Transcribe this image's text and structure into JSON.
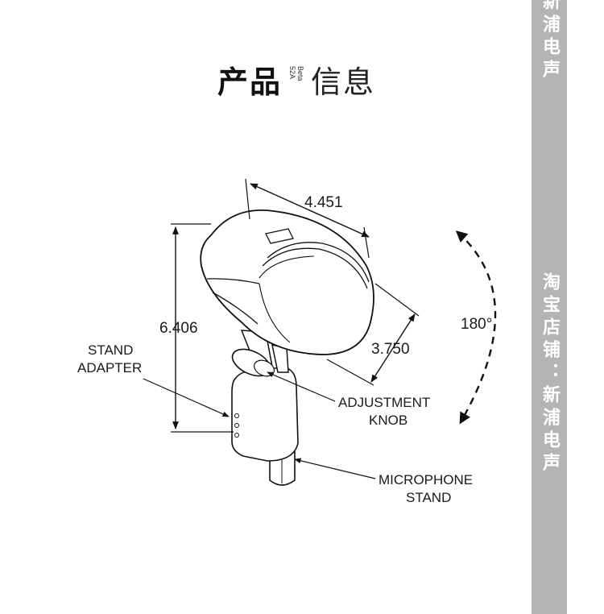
{
  "header": {
    "title_bold": "产品",
    "title_sub_line1": "Beta",
    "title_sub_line2": "52A",
    "title_light": "信息"
  },
  "sidebar": {
    "top_text": "新浦电声",
    "bottom_text": "淘宝店铺：新浦电声"
  },
  "diagram": {
    "dimensions": {
      "width": "4.451",
      "height": "6.406",
      "depth": "3.750",
      "rotation": "180°"
    },
    "callouts": {
      "stand_adapter_line1": "STAND",
      "stand_adapter_line2": "ADAPTER",
      "adjustment_knob_line1": "ADJUSTMENT",
      "adjustment_knob_line2": "KNOB",
      "microphone_stand_line1": "MICROPHONE",
      "microphone_stand_line2": "STAND"
    }
  },
  "colors": {
    "sidebar": "#b4b4b4",
    "ink": "#111111"
  }
}
